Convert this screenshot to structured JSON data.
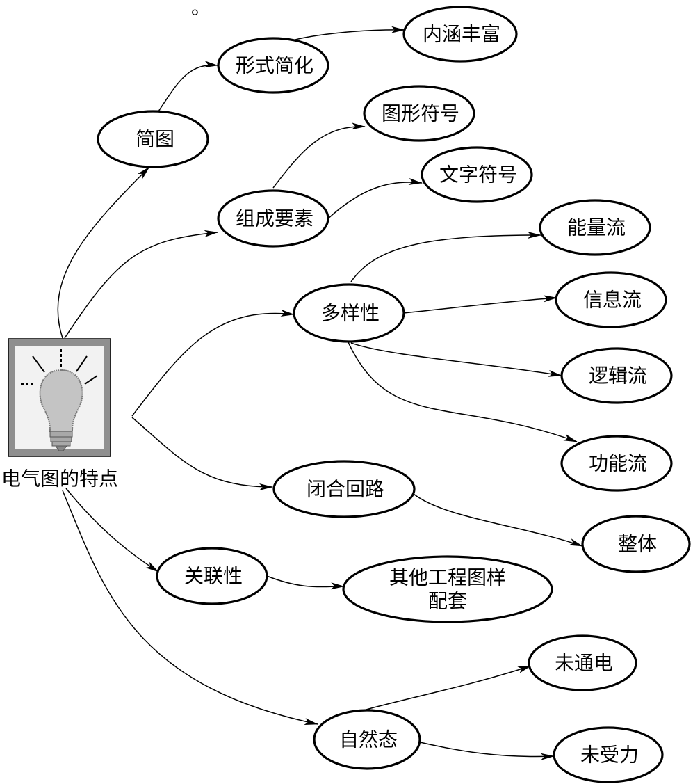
{
  "heading_fragment": "。",
  "root": {
    "label": "电气图的特点",
    "icon": "light-bulb-icon"
  },
  "nodes": {
    "jiantu": "简图",
    "xingshi_jianhua": "形式简化",
    "neihan_fengfu": "内涵丰富",
    "zucheng_yaosu": "组成要素",
    "tuxing_fuhao": "图形符号",
    "wenzi_fuhao": "文字符号",
    "duoyangxing": "多样性",
    "nengliangliu": "能量流",
    "xinxiliu": "信息流",
    "luojiliu": "逻辑流",
    "gongnengliu": "功能流",
    "bihe_huilu": "闭合回路",
    "zhengti": "整体",
    "guanlianxing": "关联性",
    "qita_gongcheng_line1": "其他工程图样",
    "qita_gongcheng_line2": "配套",
    "ziran_tai": "自然态",
    "wei_tongdian": "未通电",
    "wei_shouli": "未受力"
  }
}
